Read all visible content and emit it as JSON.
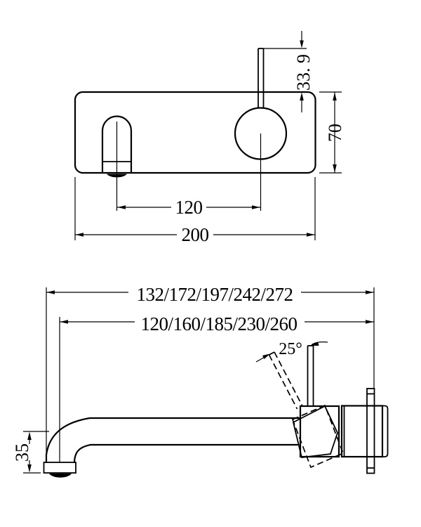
{
  "drawing": {
    "title": "wall-mixer-technical-drawing",
    "colors": {
      "line": "#000000",
      "background": "#ffffff"
    },
    "top_view": {
      "dim_handle_above_plate": "33. 9",
      "dim_plate_height": "70",
      "dim_hole_spacing": "120",
      "dim_plate_width": "200"
    },
    "bottom_view": {
      "dim_overall_length_options": "132/172/197/242/272",
      "dim_spout_reach_options": "120/160/185/230/260",
      "dim_handle_angle": "25°",
      "dim_outlet_drop": "35"
    }
  }
}
